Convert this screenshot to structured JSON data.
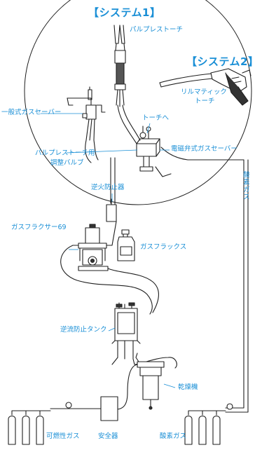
{
  "labels": {
    "system1": "【システム1】",
    "system2": "【システム2】",
    "pulse_torch": "パルプレストーチ",
    "rilmatic_torch_1": "リルマティック",
    "rilmatic_torch_2": "トーチ",
    "general_gas_saver": "一般式ガスセーバー",
    "to_torch": "トーチへ",
    "torch_adjust_valve_1": "パルプレストーチ用",
    "torch_adjust_valve_2": "調整バルブ",
    "solenoid_gas_saver": "電磁弁式ガスセーバー",
    "oxygen_gas_vertical": "酸素ガス",
    "flashback_arrestor": "逆火防止器",
    "gas_fluxer": "ガスフラクサー69",
    "gas_flux": "ガスフラックス",
    "backflow_tank": "逆流防止タンク",
    "dryer": "乾燥機",
    "combustible_gas": "可燃性ガス",
    "safety_device": "安全器",
    "oxygen_gas": "酸素ガス"
  },
  "colors": {
    "accent": "#1a8fd6",
    "line": "#1f1f1f",
    "fill": "#ffffff",
    "dark": "#2a2a2a"
  }
}
